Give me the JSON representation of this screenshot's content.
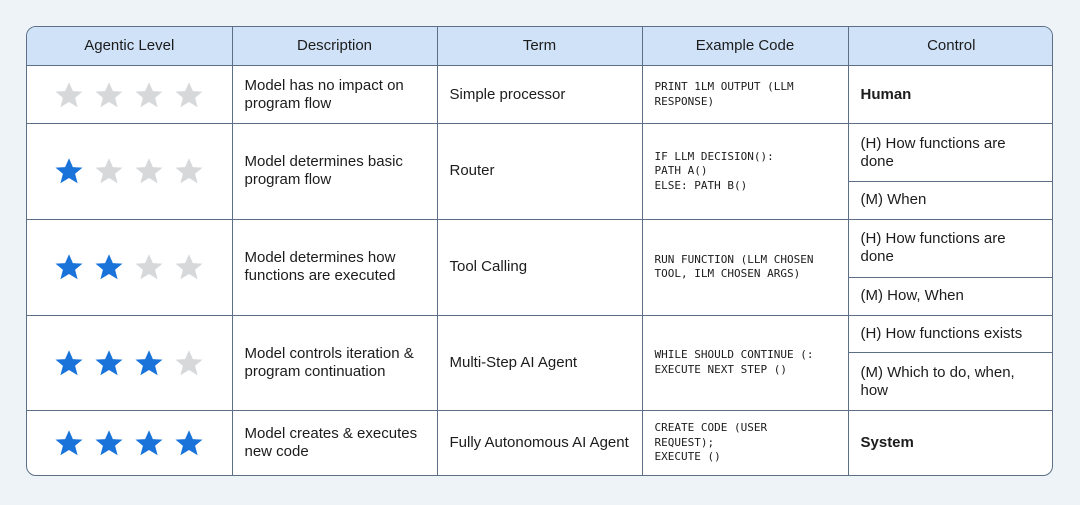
{
  "colors": {
    "star_on": "#1a73d9",
    "star_off": "#d7d8da",
    "header_bg": "#cfe2f8",
    "border": "#5c6f86"
  },
  "headers": [
    "Agentic Level",
    "Description",
    "Term",
    "Example Code",
    "Control"
  ],
  "rows": [
    {
      "stars": 0,
      "description": "Model has no impact on program flow",
      "term": "Simple processor",
      "code": [
        "PRINT 1LM OUTPUT (LLM",
        "RESPONSE)"
      ],
      "control": [
        "Human"
      ]
    },
    {
      "stars": 1,
      "description": "Model determines basic program flow",
      "term": "Router",
      "code": [
        "IF LLM DECISION():",
        "PATH A()",
        "ELSE: PATH B()"
      ],
      "control": [
        "(H) How functions are done",
        "(M) When"
      ]
    },
    {
      "stars": 2,
      "description": "Model determines how functions are executed",
      "term": "Tool Calling",
      "code": [
        "RUN FUNCTION (LLM CHOSEN",
        "TOOL, ILM CHOSEN ARGS)"
      ],
      "control": [
        "(H) How functions are done",
        "(M) How, When"
      ]
    },
    {
      "stars": 3,
      "description": "Model controls iteration & program continuation",
      "term": "Multi-Step AI Agent",
      "code": [
        "WHILE SHOULD CONTINUE (:",
        "EXECUTE NEXT STEP ()"
      ],
      "control": [
        "(H) How functions exists",
        "(M) Which to do, when, how"
      ]
    },
    {
      "stars": 4,
      "description": "Model creates & executes new code",
      "term": "Fully Autonomous AI Agent",
      "code": [
        "CREATE CODE (USER",
        "REQUEST);",
        "EXECUTE ()"
      ],
      "control": [
        "System"
      ]
    }
  ]
}
